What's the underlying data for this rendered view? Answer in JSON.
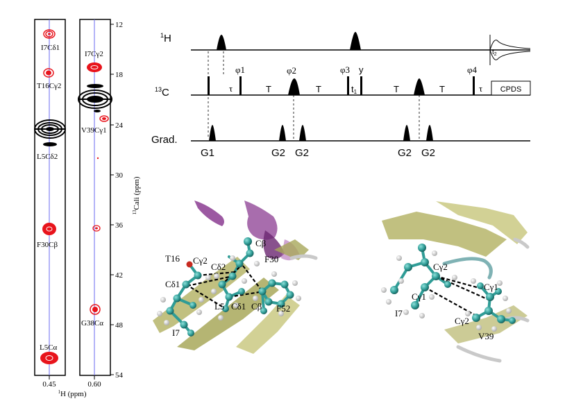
{
  "spectra": {
    "strip1_labels": [
      "I7Cδ1",
      "T16Cγ2",
      "L5Cδ2",
      "F30Cβ",
      "L5Cα"
    ],
    "strip2_labels": [
      "I7Cγ2",
      "V39Cγ1",
      "G38Cα"
    ],
    "x_ticks": [
      "0.45",
      "0.60"
    ],
    "xlabel_sup": "1",
    "xlabel_main": "H (ppm)",
    "y_ticks": [
      "12",
      "18",
      "24",
      "30",
      "36",
      "42",
      "48",
      "54"
    ],
    "ylabel_sup": "13",
    "ylabel_main": "Cali (ppm)"
  },
  "sequence": {
    "h_label_sup": "1",
    "h_label_main": "H",
    "c_label_sup": "13",
    "c_label_main": "C",
    "grad_label": "Grad.",
    "phases": [
      "φ1",
      "φ2",
      "φ3",
      "φ4"
    ],
    "y_label": "y",
    "tau": "τ",
    "T": "T",
    "t1": "t",
    "t1_sub": "1",
    "t2": "t",
    "t2_sub": "2",
    "cpds": "CPDS",
    "gradients": [
      "G1",
      "G2",
      "G2",
      "G2",
      "G2"
    ]
  },
  "structure_left": {
    "labels": [
      "T16",
      "Cγ2",
      "Cδ2",
      "Cβ",
      "F30",
      "Cδ1",
      "L5",
      "Cδ1",
      "Cβ",
      "F52",
      "I7"
    ]
  },
  "structure_right": {
    "labels": [
      "Cγ2",
      "Cγ1",
      "Cγ1",
      "Cγ2",
      "I7",
      "V39"
    ]
  },
  "colors": {
    "peak_red": "#e8141c",
    "peak_black": "#000000",
    "guide_blue": "#6a6af0",
    "helix_purple": "#8b3c92",
    "sheet_yellow": "#b6b56a",
    "loop_teal": "#7fb2b4",
    "atom_teal": "#2f9c96",
    "atom_white": "#f2f2f2"
  }
}
